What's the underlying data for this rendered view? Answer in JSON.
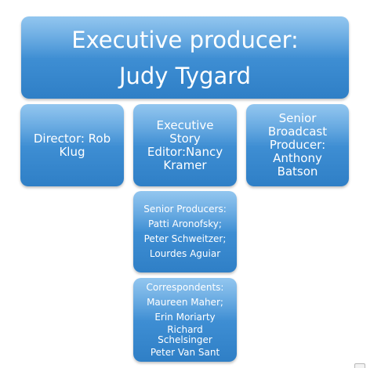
{
  "chart": {
    "executive": {
      "line1": "Executive producer:",
      "line2": "Judy Tygard"
    },
    "director": "Director: Rob Klug",
    "story_editor": "Executive Story Editor:Nancy Kramer",
    "broadcast_producer": "Senior Broadcast Producer: Anthony Batson",
    "senior_producers": [
      "Senior Producers:",
      "Patti Aronofsky;",
      "Peter Schweitzer;",
      "Lourdes Aguiar"
    ],
    "correspondents": [
      "Correspondents:",
      "Maureen Maher;",
      "Erin Moriarty",
      "Richard",
      "Schelsinger",
      "Peter Van Sant"
    ]
  },
  "colors": {
    "box_top": "#74b6eb",
    "box_bottom": "#2f7fc6",
    "text": "#ffffff"
  }
}
